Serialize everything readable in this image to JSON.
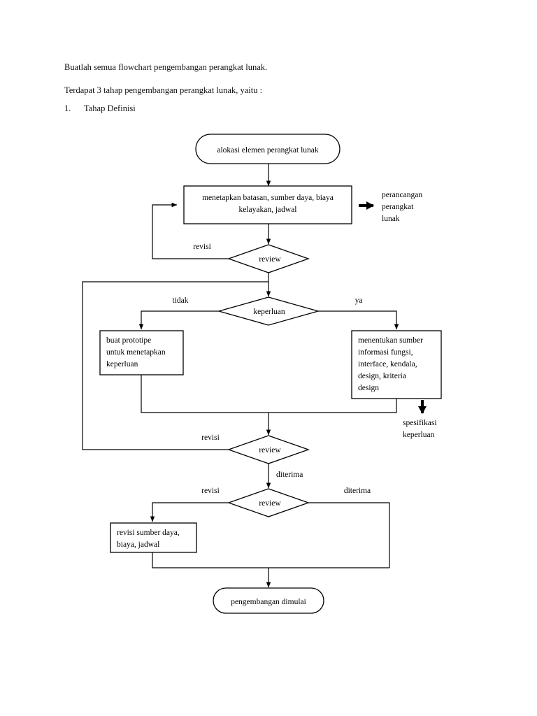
{
  "document": {
    "intro_line_1": "Buatlah semua flowchart pengembangan perangkat lunak.",
    "intro_line_2": "Terdapat 3 tahap pengembangan perangkat lunak, yaitu :",
    "stage_number": "1.",
    "stage_title": "Tahap Definisi"
  },
  "flowchart": {
    "title": "Tahap Definisi",
    "nodes": {
      "start": {
        "type": "terminator",
        "label": "alokasi elemen perangkat lunak"
      },
      "process_1": {
        "type": "process",
        "line_1": "menetapkan batasan, sumber daya, biaya",
        "line_2": "kelayakan, jadwal"
      },
      "review_1": {
        "type": "decision",
        "label": "review"
      },
      "keperluan": {
        "type": "decision",
        "label": "keperluan"
      },
      "prototype": {
        "type": "process",
        "line_1": "buat prototipe",
        "line_2": "untuk menetapkan",
        "line_3": "keperluan"
      },
      "sumber_informasi": {
        "type": "process",
        "line_1": "menentukan sumber",
        "line_2": "informasi fungsi,",
        "line_3": "interface, kendala,",
        "line_4": "design, kriteria",
        "line_5": "design"
      },
      "review_2": {
        "type": "decision",
        "label": "review"
      },
      "review_3": {
        "type": "decision",
        "label": "review"
      },
      "revisi_sumber": {
        "type": "process",
        "line_1": "revisi sumber daya,",
        "line_2": "biaya, jadwal"
      },
      "end": {
        "type": "terminator",
        "label": "pengembangan dimulai"
      }
    },
    "output_annotations": {
      "perancangan": {
        "line_1": "perancangan",
        "line_2": "perangkat",
        "line_3": "lunak"
      },
      "spesifikasi": {
        "line_1": "spesifikasi",
        "line_2": "keperluan"
      }
    },
    "edge_labels": {
      "review_1_revisi": "revisi",
      "keperluan_tidak": "tidak",
      "keperluan_ya": "ya",
      "review_2_revisi": "revisi",
      "review_2_diterima": "diterima",
      "review_3_revisi": "revisi",
      "review_3_diterima": "diterima"
    },
    "colors": {
      "stroke": "#000000",
      "fill": "#ffffff",
      "text": "#000000"
    }
  }
}
